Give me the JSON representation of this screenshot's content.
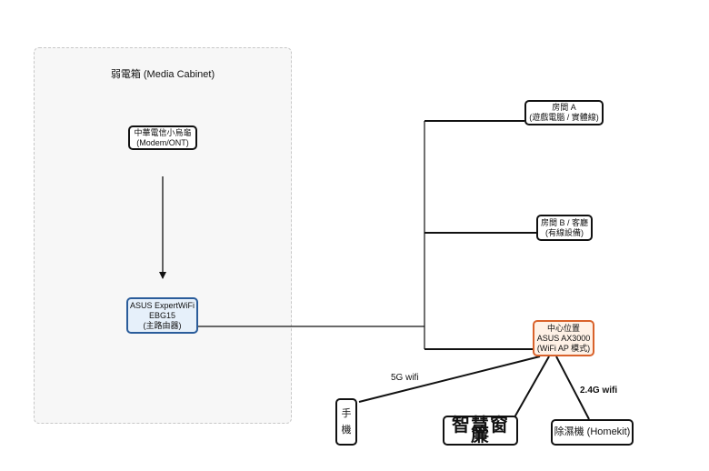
{
  "cabinet": {
    "title": "弱電箱 (Media Cabinet)"
  },
  "nodes": {
    "modem": {
      "line1": "中華電信小烏龜",
      "line2": "(Modem/ONT)"
    },
    "router": {
      "line1": "ASUS ExpertWiFi",
      "line2": "EBG15",
      "line3": "(主路由器)"
    },
    "room_a": {
      "line1": "房間 A",
      "line2": "(遊戲電腦 / 實體線)"
    },
    "room_b": {
      "line1": "房間 B / 客廳",
      "line2": "(有線設備)"
    },
    "ap": {
      "line1": "中心位置",
      "line2": "ASUS AX3000",
      "line3": "(WiFi AP 模式)"
    },
    "phone": {
      "line1": "手",
      "line2": "機"
    },
    "curtain": {
      "label": "智慧窗簾"
    },
    "dehumidifier": {
      "label": "除濕機 (Homekit)"
    }
  },
  "edge_labels": {
    "wifi5g": "5G wifi",
    "wifi24g": "2.4G wifi"
  },
  "colors": {
    "router_border": "#2a5c9a",
    "router_fill": "#e6f0fa",
    "ap_border": "#d9622b",
    "ap_fill": "#fff1e6",
    "cabinet_fill": "#f7f7f7"
  }
}
